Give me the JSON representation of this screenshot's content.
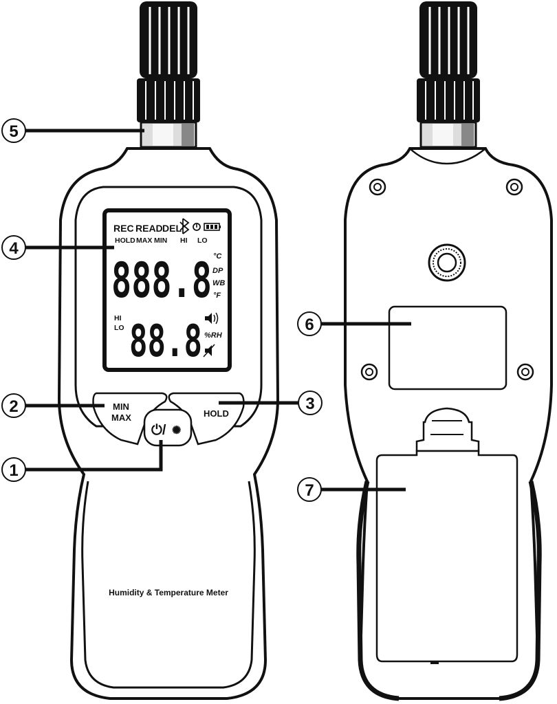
{
  "front": {
    "lcd": {
      "top_row": [
        "REC",
        "READ",
        "DEL"
      ],
      "second_row": [
        "HOLD",
        "MAX",
        "MIN",
        "HI",
        "LO"
      ],
      "main_digits": "888.8",
      "main_units": [
        "°C",
        "DP",
        "WB",
        "°F"
      ],
      "side_hi": "HI",
      "side_lo": "LO",
      "sub_digits": "88.8",
      "sub_unit": "%RH"
    },
    "buttons": {
      "minmax_line1": "MIN",
      "minmax_line2": "MAX",
      "hold": "HOLD",
      "power_glyph": "⏻/",
      "light_glyph": "✺"
    },
    "product_name": "Humidity & Temperature Meter"
  },
  "callouts": [
    {
      "id": "1",
      "label": "①"
    },
    {
      "id": "2",
      "label": "②"
    },
    {
      "id": "3",
      "label": "③"
    },
    {
      "id": "4",
      "label": "④"
    },
    {
      "id": "5",
      "label": "⑤"
    },
    {
      "id": "6",
      "label": "⑥"
    },
    {
      "id": "7",
      "label": "⑦"
    }
  ],
  "icons": {
    "bluetooth": "bluetooth-icon",
    "auto_off": "auto-off-icon",
    "battery": "battery-icon",
    "speaker": "speaker-icon",
    "mute": "mute-icon"
  }
}
